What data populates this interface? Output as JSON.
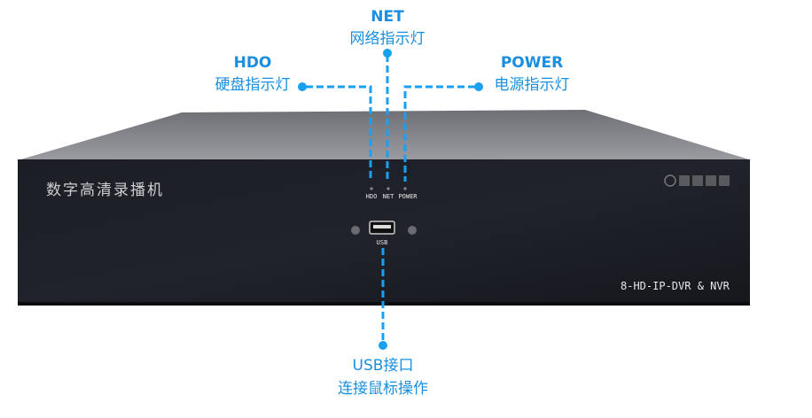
{
  "device": {
    "front_title": "数字高清录播机",
    "model": "8-HD-IP-DVR & NVR",
    "brand_logo": "logo",
    "indicators": {
      "hdd": "HDO",
      "net": "NET",
      "power": "POWER"
    },
    "usb_label": "USB"
  },
  "callouts": {
    "net": {
      "title": "NET",
      "desc": "网络指示灯"
    },
    "hdd": {
      "title": "HDO",
      "desc": "硬盘指示灯"
    },
    "power": {
      "title": "POWER",
      "desc": "电源指示灯"
    },
    "usb": {
      "title": "USB接口",
      "desc": "连接鼠标操作"
    }
  },
  "colors": {
    "accent": "#1aa0f0",
    "panel": "#16181f"
  }
}
